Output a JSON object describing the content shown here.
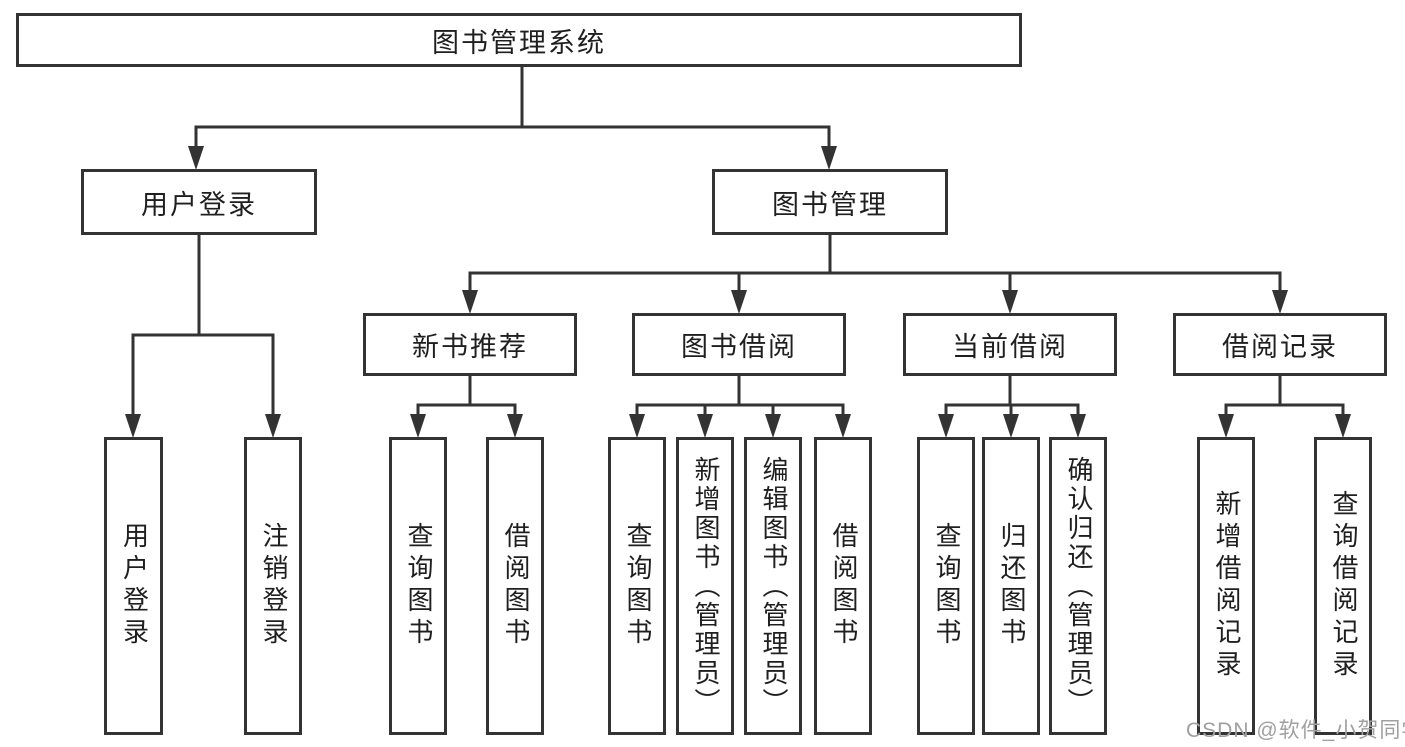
{
  "watermark": "CSDN @软件_小贺同学",
  "colors": {
    "line": "#333333",
    "box_border": "#333333",
    "text": "#1f1f1f",
    "watermark": "#a0a0a0",
    "background": "#ffffff"
  },
  "tree": {
    "root": {
      "label": "图书管理系统"
    },
    "children": [
      {
        "label": "用户登录",
        "children": [
          {
            "label": "用户登录"
          },
          {
            "label": "注销登录"
          }
        ]
      },
      {
        "label": "图书管理",
        "children": [
          {
            "label": "新书推荐",
            "children": [
              {
                "label": "查询图书"
              },
              {
                "label": "借阅图书"
              }
            ]
          },
          {
            "label": "图书借阅",
            "children": [
              {
                "label": "查询图书"
              },
              {
                "label": "新增图书（管理员）"
              },
              {
                "label": "编辑图书（管理员）"
              },
              {
                "label": "借阅图书"
              }
            ]
          },
          {
            "label": "当前借阅",
            "children": [
              {
                "label": "查询图书"
              },
              {
                "label": "归还图书"
              },
              {
                "label": "确认归还（管理员）"
              }
            ]
          },
          {
            "label": "借阅记录",
            "children": [
              {
                "label": "新增借阅记录"
              },
              {
                "label": "查询借阅记录"
              }
            ]
          }
        ]
      }
    ]
  }
}
